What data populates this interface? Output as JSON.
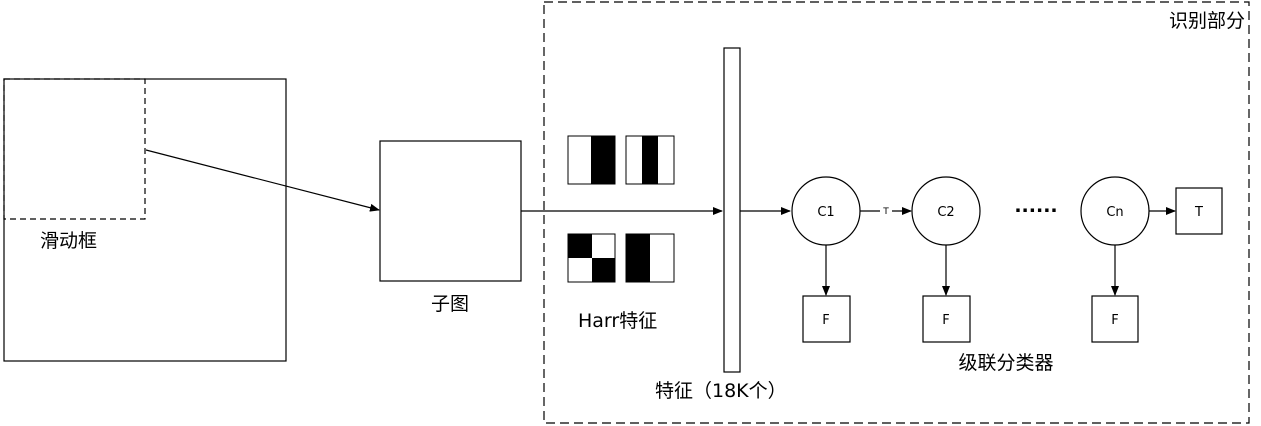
{
  "region": {
    "label": "识别部分"
  },
  "image": {
    "window_label": "滑动框"
  },
  "subimage": {
    "label": "子图"
  },
  "haar": {
    "label": "Harr特征"
  },
  "features": {
    "label": "特征（18K个）"
  },
  "cascade": {
    "label": "级联分类器",
    "ellipsis": "......",
    "edge_label": "T",
    "stages": [
      {
        "label": "C1",
        "reject": "F"
      },
      {
        "label": "C2",
        "reject": "F"
      },
      {
        "label": "Cn",
        "reject": "F"
      }
    ],
    "accept": "T"
  }
}
